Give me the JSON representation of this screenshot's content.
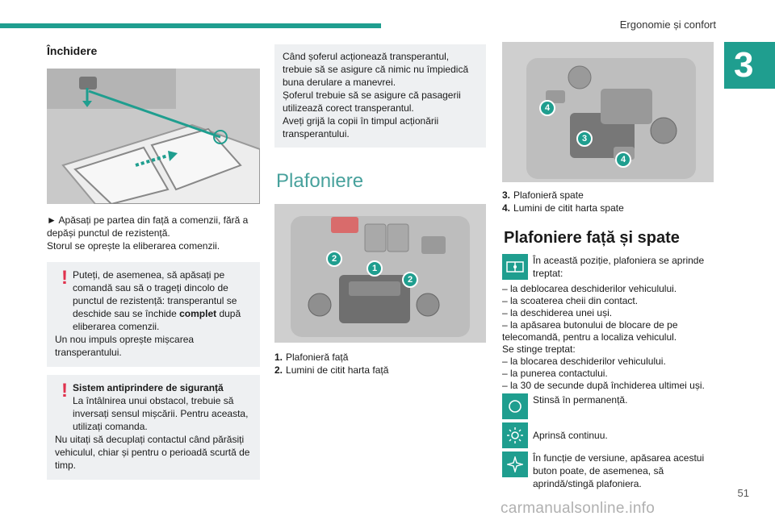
{
  "header": {
    "section_title": "Ergonomie și confort",
    "chapter_number": "3"
  },
  "col1": {
    "heading": "Închidere",
    "instruction_line1": "► Apăsați pe partea din față a comenzii, fără a depăși punctul de rezistență.",
    "instruction_line2": "Storul se oprește la eliberarea comenzii.",
    "warning1": {
      "line1": "Puteți, de asemenea, să apăsați pe comandă sau să o trageți dincolo de punctul de rezistență: transperantul se deschide sau se închide",
      "bold": "complet",
      "line1_end": " după eliberarea comenzii.",
      "line2": "Un nou impuls oprește mișcarea transperantului."
    },
    "warning2": {
      "title": "Sistem antiprindere de siguranță",
      "body": "La întâlnirea unui obstacol, trebuie să inversați sensul mișcării. Pentru aceasta, utilizați comanda.",
      "body2": "Nu uitați să decuplați contactul când părăsiți vehiculul, chiar și pentru o perioadă scurtă de timp."
    }
  },
  "col2": {
    "note_line1": "Când șoferul acționează transperantul, trebuie să se asigure că nimic nu împiedică buna derulare a manevrei.",
    "note_line2": "Șoferul trebuie să se asigure că pasagerii utilizează corect transperantul.",
    "note_line3": "Aveți grijă la copii în timpul acționării transperantului.",
    "heading": "Plafoniere",
    "callouts": [
      "2",
      "1",
      "2"
    ],
    "legend": [
      {
        "num": "1.",
        "text": "Plafonieră față"
      },
      {
        "num": "2.",
        "text": "Lumini de citit harta față"
      }
    ]
  },
  "col3": {
    "callouts": [
      "4",
      "3",
      "4"
    ],
    "legend": [
      {
        "num": "3.",
        "text": "Plafonieră spate"
      },
      {
        "num": "4.",
        "text": "Lumini de citit harta spate"
      }
    ],
    "heading": "Plafoniere față și spate",
    "door_icon_text": "În această poziție, plafoniera se aprinde treptat:",
    "on_items": [
      "– la deblocarea deschiderilor vehiculului.",
      "– la scoaterea cheii din contact.",
      "– la deschiderea unei uși.",
      "– la apăsarea butonului de blocare de pe telecomandă, pentru a localiza vehiculul."
    ],
    "off_title": "Se stinge treptat:",
    "off_items": [
      "– la blocarea deschiderilor vehiculului.",
      "– la punerea contactului.",
      "– la 30 de secunde după închiderea ultimei uși."
    ],
    "off_icon_text": "Stinsă în permanență.",
    "on_icon_text": "Aprinsă continuu.",
    "touch_icon_text": "În funcție de versiune, apăsarea acestui buton poate, de asemenea, să aprindă/stingă plafoniera."
  },
  "footer": {
    "page_number": "51",
    "watermark": "carmanualsonline.info"
  }
}
